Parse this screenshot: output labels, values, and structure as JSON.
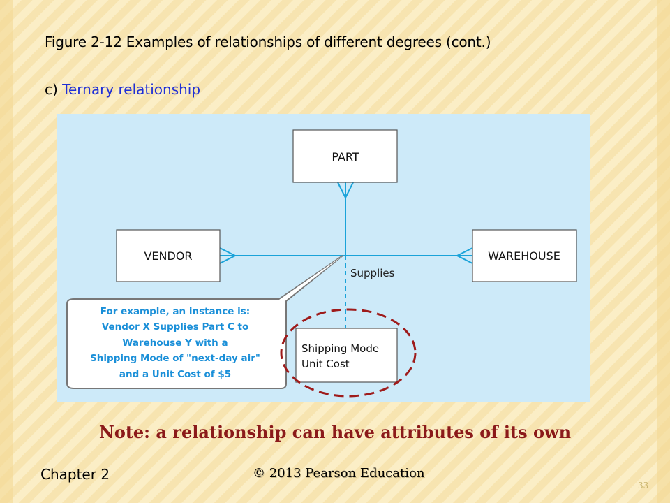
{
  "slide": {
    "title": "Figure 2-12 Examples of relationships of different degrees (cont.)",
    "subtitle_prefix": "c) ",
    "subtitle_highlight": "Ternary relationship",
    "note": "Note: a relationship can have attributes of its own",
    "chapter": "Chapter 2",
    "copyright": "© 2013 Pearson Education",
    "page_number": "33"
  },
  "diagram": {
    "entities": {
      "part": "PART",
      "vendor": "VENDOR",
      "warehouse": "WAREHOUSE"
    },
    "relationship_label": "Supplies",
    "attributes": [
      "Shipping Mode",
      "Unit Cost"
    ],
    "callout_lines": [
      "For example, an instance is:",
      "Vendor X Supplies Part C to",
      "Warehouse Y with a",
      "Shipping Mode of \"next-day air\"",
      "and a Unit Cost of $5"
    ]
  },
  "colors": {
    "background": "#fbeec6",
    "diagram_background": "#cdeaf9",
    "line": "#1aa3d9",
    "callout_text": "#1a8fd8",
    "highlight_ellipse": "#9e1b1b",
    "note_text": "#8b1a1a",
    "subtitle_highlight": "#1f2fd6"
  }
}
